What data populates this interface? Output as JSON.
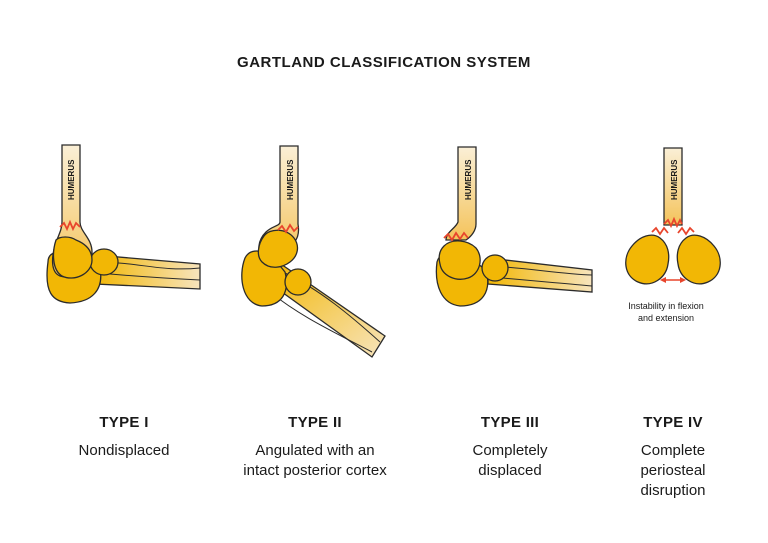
{
  "title": "GARTLAND CLASSIFICATION SYSTEM",
  "bone_label": "HUMERUS",
  "types": [
    {
      "label": "TYPE I",
      "description": "Nondisplaced"
    },
    {
      "label": "TYPE II",
      "description": "Angulated with an\nintact posterior cortex"
    },
    {
      "label": "TYPE III",
      "description": "Completely\ndisplaced"
    },
    {
      "label": "TYPE IV",
      "description": "Complete\nperiosteal\ndisruption"
    }
  ],
  "type4_note": "Instability in flexion\nand extension",
  "colors": {
    "bone": "#f2b705",
    "bone_shade": "#d99400",
    "bone_light": "#f8d95a",
    "shaft": "#f7dfb0",
    "fracture": "#e8452c",
    "outline": "#2b2b2b"
  }
}
